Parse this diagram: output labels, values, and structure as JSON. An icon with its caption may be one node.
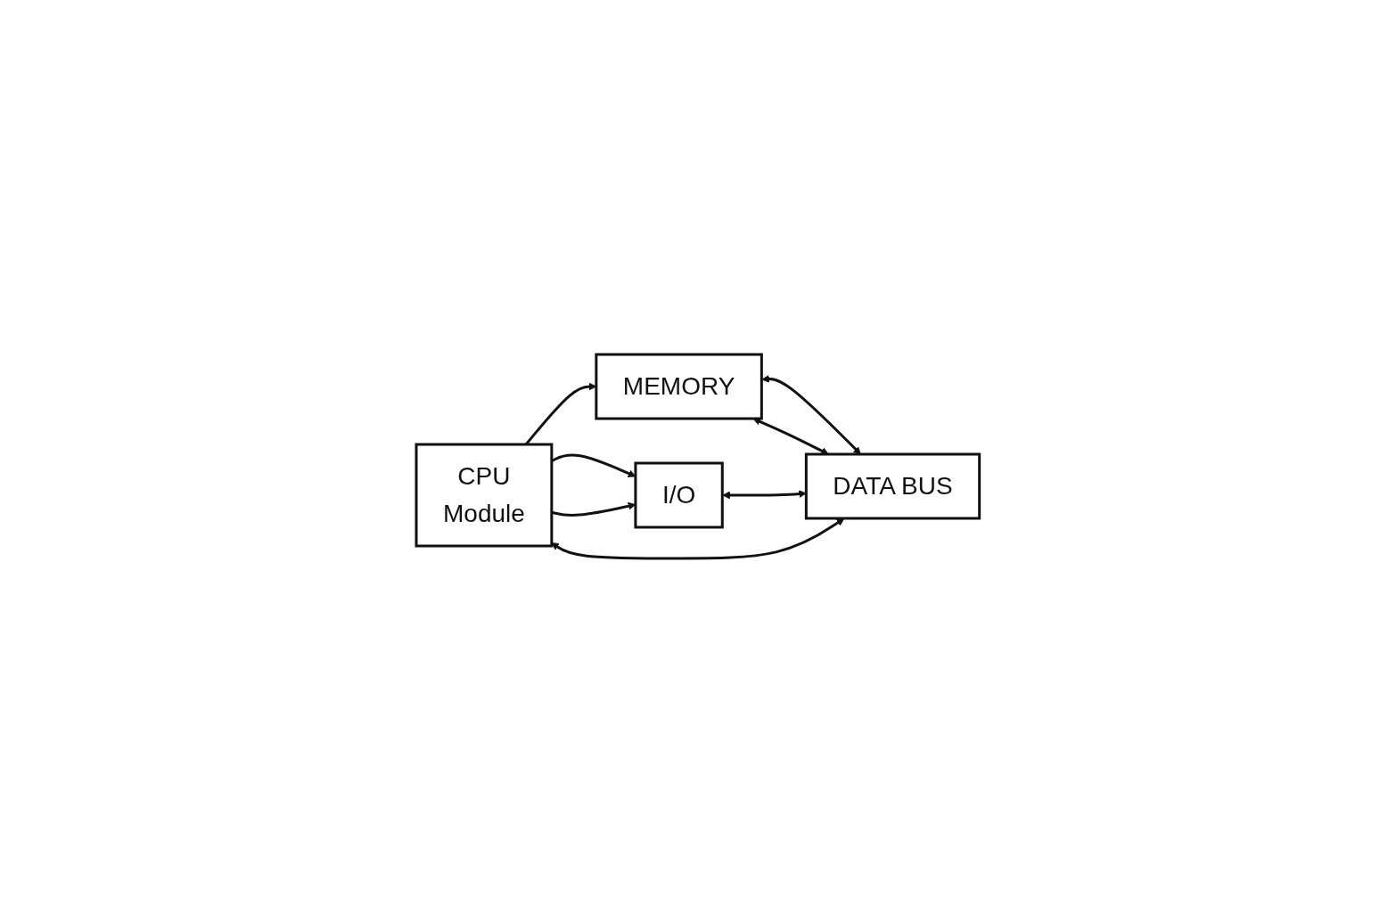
{
  "diagram": {
    "nodes": [
      {
        "text": [
          "CPU",
          "Module"
        ]
      },
      {
        "text": [
          "MEMORY"
        ]
      },
      {
        "text": [
          "I/O"
        ]
      },
      {
        "text": [
          "DATA BUS"
        ]
      }
    ],
    "edges": [
      {
        "from": 0,
        "to": 1,
        "arrow": "to"
      },
      {
        "from": 0,
        "to": 2,
        "arrow": "to"
      },
      {
        "from": 1,
        "to": 3,
        "arrow": "both"
      },
      {
        "from": 1,
        "to": 3,
        "arrow": "both"
      },
      {
        "from": 2,
        "to": 3,
        "arrow": "both"
      },
      {
        "from": 3,
        "to": 0,
        "arrow": "both"
      },
      {
        "from": 0,
        "to": 2,
        "arrow": "to"
      }
    ]
  }
}
